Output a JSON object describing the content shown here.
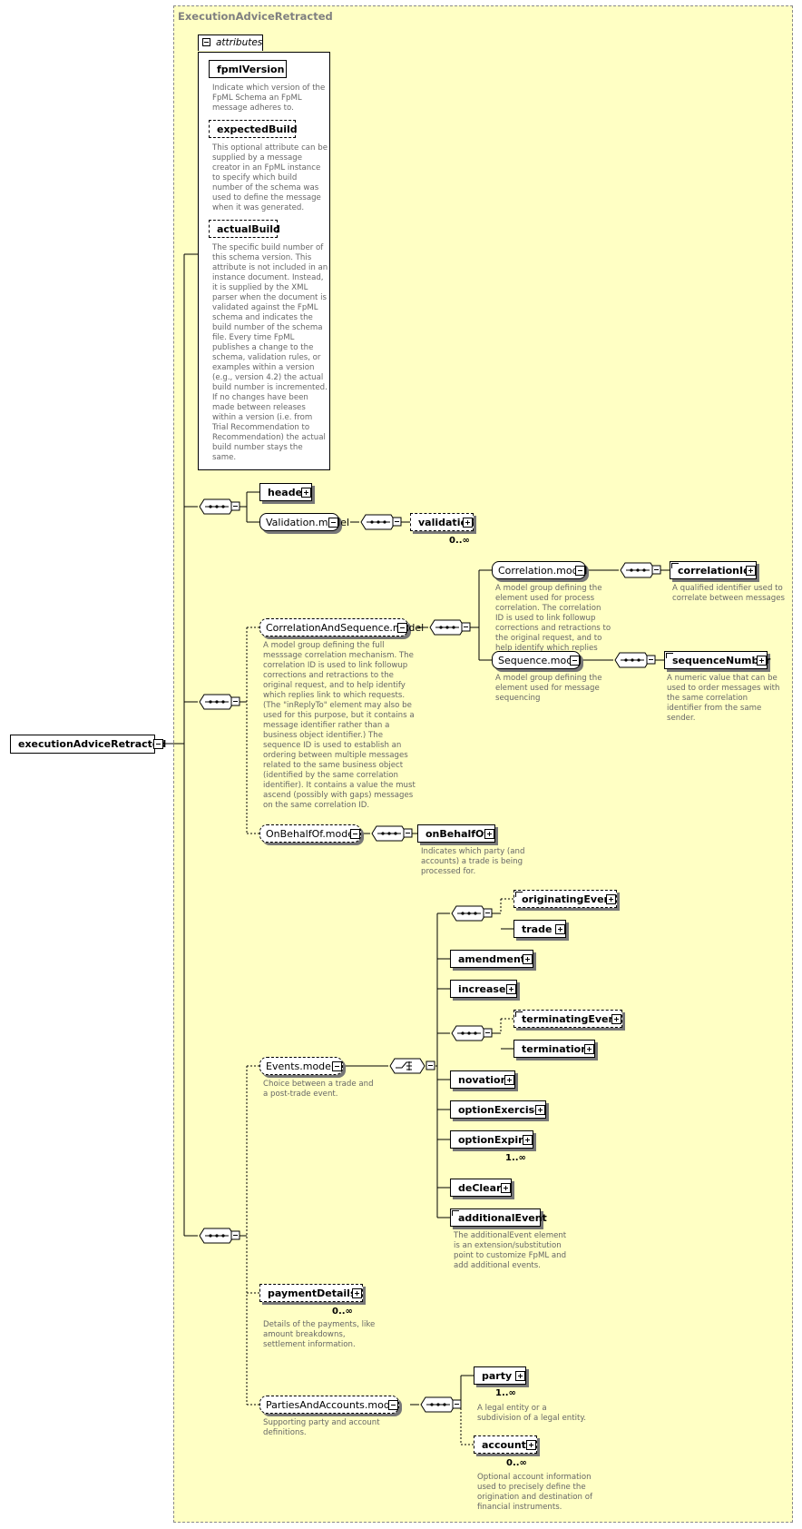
{
  "title": "ExecutionAdviceRetracted",
  "root_element": "executionAdviceRetracted",
  "attributes": {
    "tab_label": "attributes",
    "items": [
      {
        "name": "fpmlVersion",
        "doc": [
          "Indicate which version of the",
          "FpML Schema an FpML",
          "message adheres to."
        ]
      },
      {
        "name": "expectedBuild",
        "doc": [
          "This optional attribute can be",
          "supplied by a message",
          "creator in an FpML instance",
          "to specify which build",
          "number of the schema was",
          "used to define the message",
          "when it was generated."
        ]
      },
      {
        "name": "actualBuild",
        "doc": [
          "The specific build number of",
          "this schema version. This",
          "attribute is not included in an",
          "instance document. Instead,",
          "it is supplied by the XML",
          "parser when the document is",
          "validated against the FpML",
          "schema and indicates the",
          "build number of the schema",
          "file. Every time FpML",
          "publishes a change to the",
          "schema, validation rules, or",
          "examples within a version",
          "(e.g., version 4.2) the actual",
          "build number is incremented.",
          "If no changes have been",
          "made between releases",
          "within a version (i.e. from",
          "Trial Recommendation to",
          "Recommendation) the actual",
          "build number stays the",
          "same."
        ]
      }
    ]
  },
  "group1": {
    "header": "header",
    "validation_model": "Validation.model",
    "validation": "validation",
    "validation_occ": "0..∞"
  },
  "group2": {
    "correlation_and_sequence": {
      "label": "CorrelationAndSequence.model",
      "doc": [
        "A model group defining the full",
        "messsage correlation mechanism. The",
        "correlation ID is used to link followup",
        "corrections and retractions to the",
        "original request, and to help identify",
        "which replies link to which requests.",
        "(The \"inReplyTo\" element may also be",
        "used for this purpose, but it contains a",
        "message identifier rather than a",
        "business object identifier.) The",
        "sequence ID is used to establish an",
        "ordering between multiple messages",
        "related to the same business object",
        "(identified by the same correlation",
        "identifier). It contains a value the must",
        "ascend (possibly with gaps) messages",
        "on the same correlation ID."
      ]
    },
    "correlation_model": {
      "label": "Correlation.model",
      "doc": [
        "A model group defining the",
        "element used for process",
        "correlation. The correlation",
        "ID is used to link followup",
        "corrections and retractions to",
        "the original request, and to",
        "help identify which replies",
        "link to which requests."
      ]
    },
    "correlation_id": {
      "label": "correlationId",
      "doc": [
        "A qualified identifier used to",
        "correlate between messages"
      ]
    },
    "sequence_model": {
      "label": "Sequence.model",
      "doc": [
        "A model group defining the",
        "element used for message",
        "sequencing"
      ]
    },
    "sequence_number": {
      "label": "sequenceNumber",
      "doc": [
        "A numeric value that can be",
        "used to order messages with",
        "the same correlation",
        "identifier from the same",
        "sender."
      ]
    },
    "on_behalf_of_model": "OnBehalfOf.model",
    "on_behalf_of": {
      "label": "onBehalfOf",
      "doc": [
        "Indicates which party (and",
        "accounts) a trade is being",
        "processed for."
      ]
    }
  },
  "group3": {
    "events_model": {
      "label": "Events.model",
      "doc": [
        "Choice between a trade and",
        "a post-trade event."
      ]
    },
    "choices": {
      "originating_event": "originatingEvent",
      "trade": "trade",
      "amendment": "amendment",
      "increase": "increase",
      "terminating_event": "terminatingEvent",
      "termination": "termination",
      "novation": "novation",
      "option_exercise": "optionExercise",
      "option_expiry": "optionExpiry",
      "option_expiry_occ": "1..∞",
      "de_clear": "deClear",
      "additional_event": "additionalEvent",
      "additional_event_doc": [
        "The additionalEvent element",
        "is an extension/substitution",
        "point to customize FpML and",
        "add additional events."
      ]
    },
    "payment_details": {
      "label": "paymentDetails",
      "occ": "0..∞",
      "doc": [
        "Details of the payments, like",
        "amount breakdowns,",
        "settlement information."
      ]
    },
    "parties_and_accounts": {
      "label": "PartiesAndAccounts.model",
      "doc": [
        "Supporting party and account",
        "definitions."
      ]
    },
    "party": {
      "label": "party",
      "occ": "1..∞",
      "doc": [
        "A legal entity or a",
        "subdivision of a legal entity."
      ]
    },
    "account": {
      "label": "account",
      "occ": "0..∞",
      "doc": [
        "Optional account information",
        "used to precisely define the",
        "origination and destination of",
        "financial instruments."
      ]
    }
  }
}
